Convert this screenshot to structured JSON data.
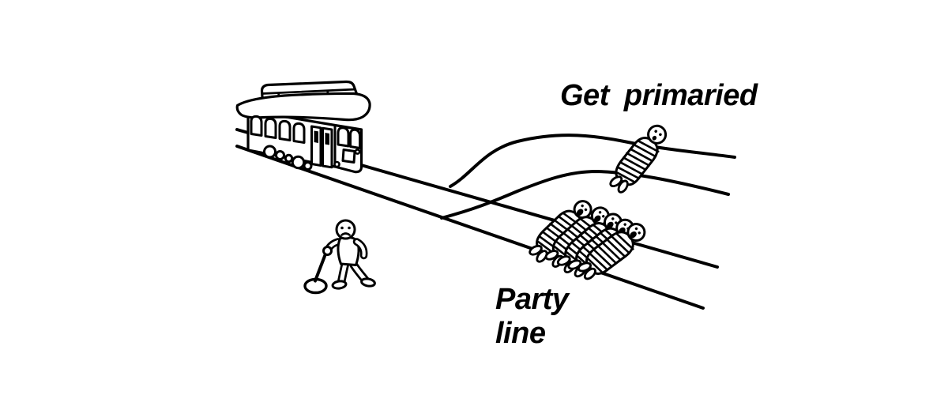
{
  "labels": {
    "upper_track": "Get primaried",
    "lower_track": [
      "Party",
      "line"
    ]
  },
  "palette": {
    "ink": "#000000",
    "background": "#ffffff"
  },
  "scene": {
    "style": "black-and-white line drawing",
    "trolley_count": 1,
    "lever_operator_count": 1,
    "upper_track_bound_people": 1,
    "lower_track_bound_people": 5
  }
}
